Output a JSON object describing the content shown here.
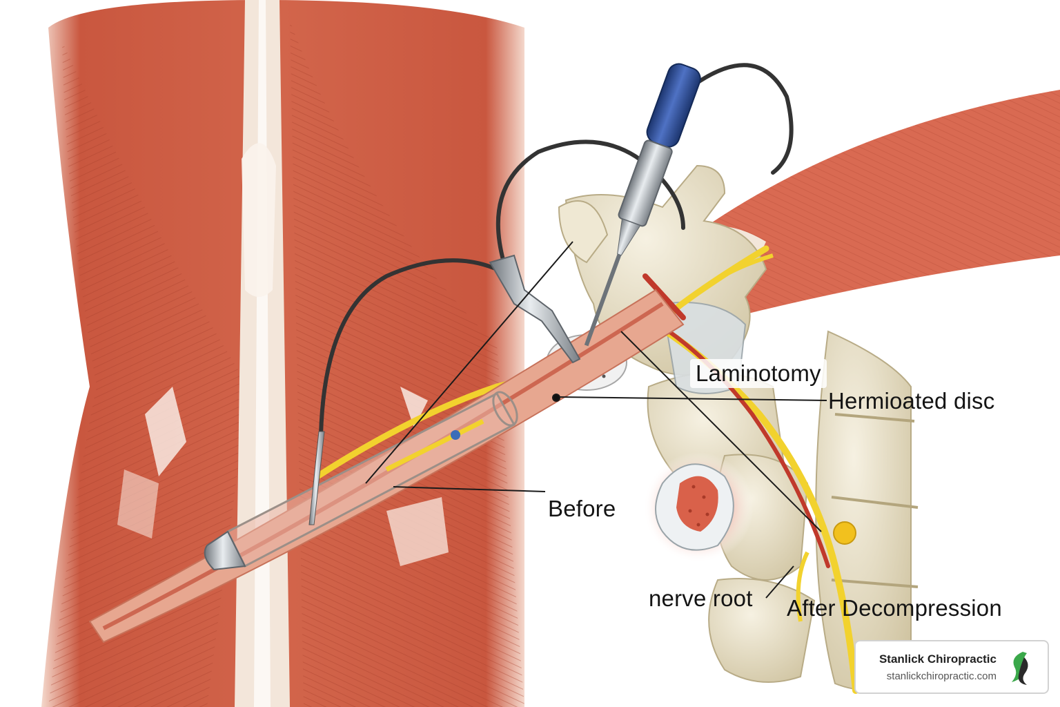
{
  "labels": {
    "laminotomy": "Laminotomy",
    "herniated_disc": "Hermioated disc",
    "before": "Before",
    "nerve_root": "nerve root",
    "after_decompression": "After Decompression"
  },
  "brand": {
    "name": "Stanlick Chiropractic",
    "url": "stanlickchiropractic.com",
    "logo_icon": "spine-leaf-icon"
  },
  "colors": {
    "muscle": "#c5553f",
    "muscle_light": "#e0806a",
    "tendon": "#f3e6da",
    "bone": "#e6ddc3",
    "nerve": "#f2d22e",
    "vessel": "#c0392b",
    "instrument_steel": "#aeb3b8",
    "handle_blue": "#2a4c9a",
    "logo_green": "#3aa84a"
  }
}
